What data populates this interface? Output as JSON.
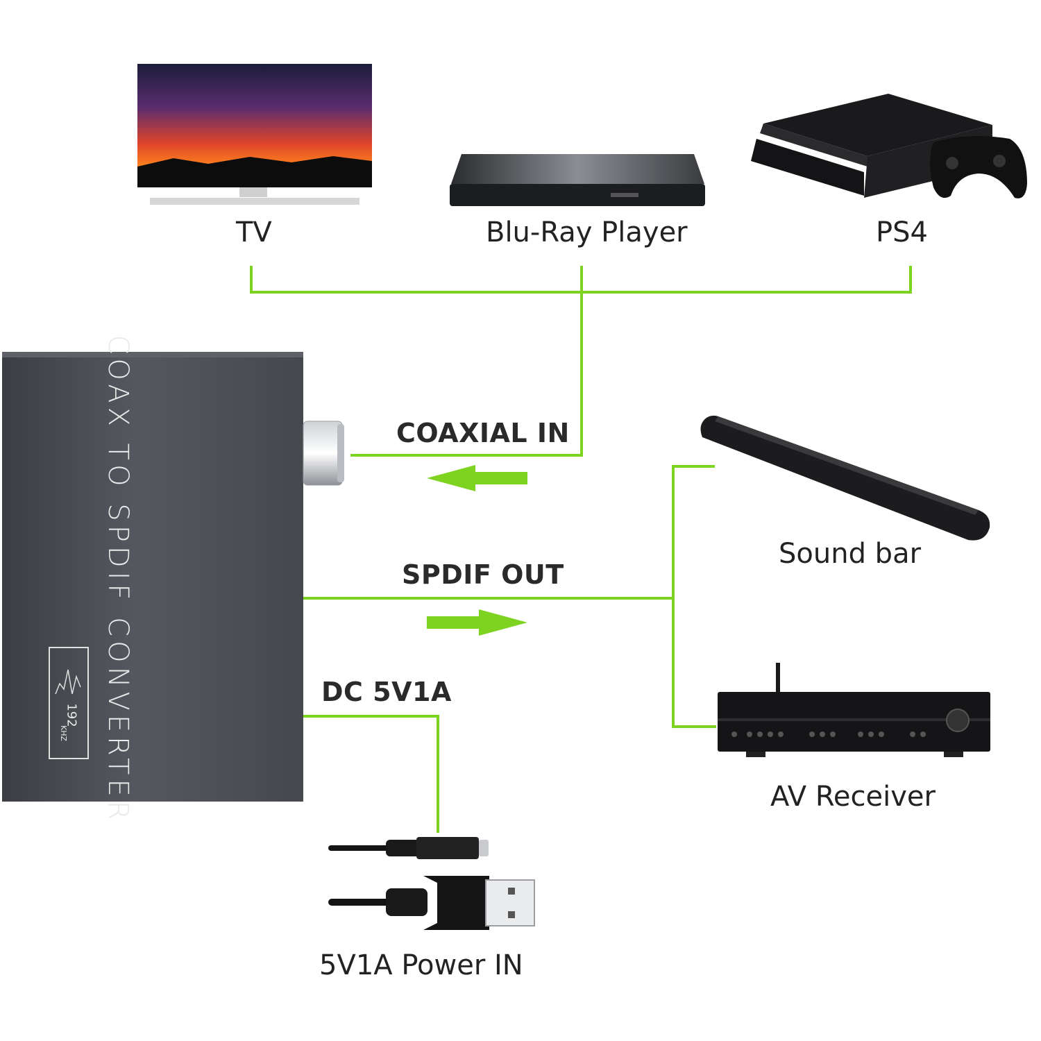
{
  "sources": {
    "tv": "TV",
    "bluray": "Blu-Ray Player",
    "ps4": "PS4"
  },
  "ports": {
    "coaxial_in": "COAXIAL IN",
    "spdif_out": "SPDIF OUT",
    "dc": "DC 5V1A"
  },
  "outputs": {
    "soundbar": "Sound bar",
    "av_receiver": "AV Receiver"
  },
  "power": {
    "label": "5V1A Power IN"
  },
  "converter": {
    "title": "COAX TO SPDIF CONVERTER",
    "badge_value": "192",
    "badge_unit": "KHZ"
  },
  "colors": {
    "connector_line": "#7ed321",
    "device_body": "#4a4d52"
  }
}
